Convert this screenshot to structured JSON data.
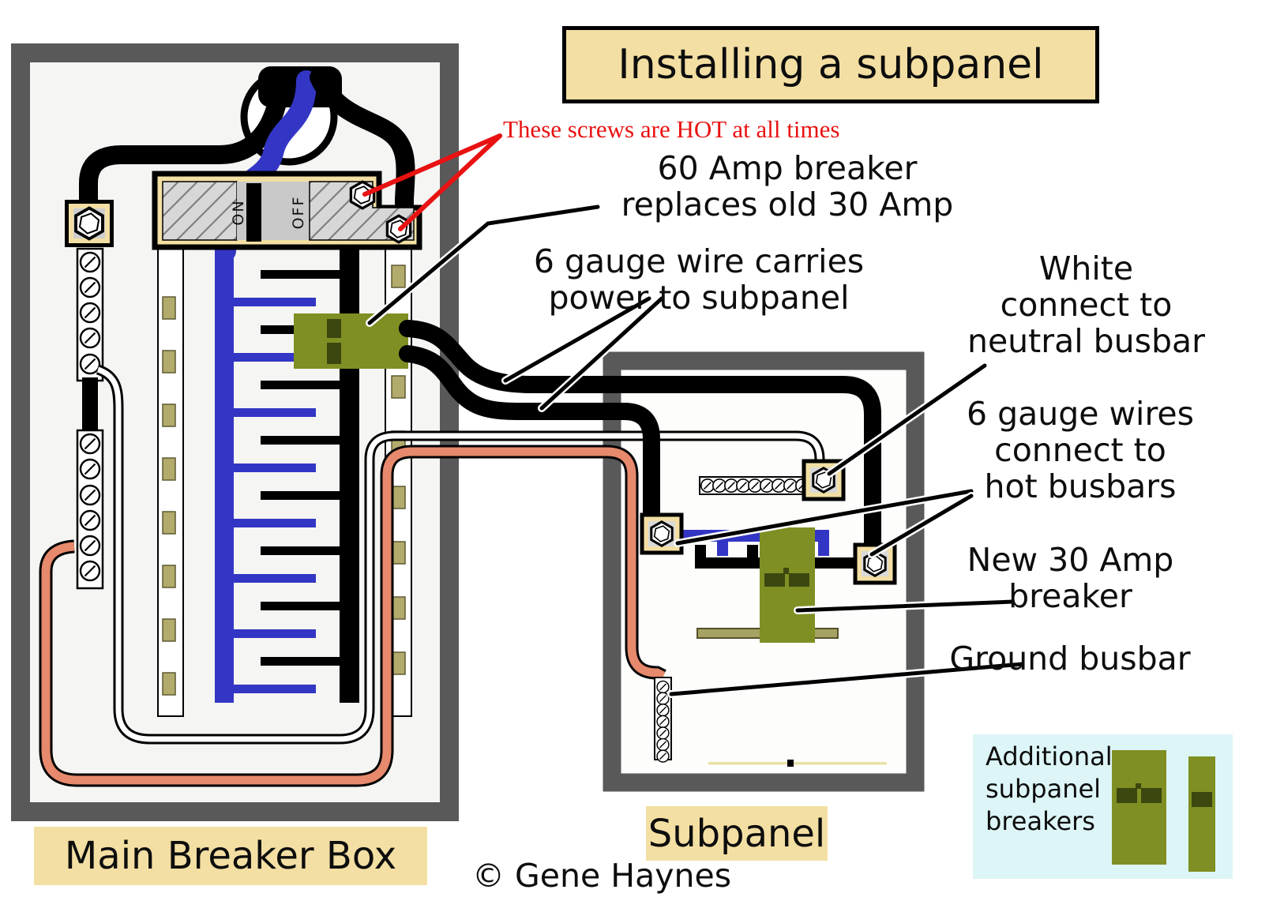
{
  "title": "Installing a subpanel",
  "annotations": {
    "hot_screws": "These screws are HOT at all times",
    "breaker_60": "60 Amp breaker\nreplaces old 30 Amp",
    "gauge_wire": "6 gauge wire carries\npower to subpanel",
    "white_neutral": "White\nconnect to\nneutral busbar",
    "gauge_wires_hot": "6 gauge wires\nconnect to\nhot busbars",
    "new_30": "New 30 Amp\nbreaker",
    "ground_busbar": "Ground busbar"
  },
  "main_box": {
    "label": "Main Breaker Box",
    "switch_on": "ON",
    "switch_off": "OFF"
  },
  "subpanel": {
    "label": "Subpanel"
  },
  "additional": {
    "note": "Additional\nsubpanel\nbreakers"
  },
  "copyright": "© Gene Haynes",
  "colors": {
    "label_tan": "#f3dfa3",
    "box_border_gray": "#595959",
    "breaker_olive": "#7f8f23",
    "breaker_handle_dark": "#3c4710",
    "hot_blue": "#3336c4",
    "ground_salmon": "#e6896c",
    "slot_khaki": "#b2ab6c",
    "additional_bg_cyan": "#ddf5f7",
    "warning_red": "#e81212"
  }
}
